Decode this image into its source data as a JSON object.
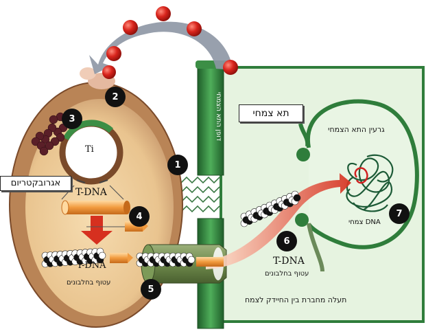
{
  "labels": {
    "agrobacterium": "אגרובקטריום",
    "plant_cell": "תא צמחי",
    "cell_wall": "דופן התא הצמחי",
    "nucleus": "גרעין התא הצמחי",
    "plant_dna": "DNA צמחי",
    "ti": "Ti",
    "tdna_top": "T-DNA",
    "tdna_bottom": "T-DNA",
    "wrapped_proteins_bottom": "עטוף בחלבונים",
    "tdna_right": "T-DNA",
    "wrapped_proteins_right": "עטוף בחלבונים",
    "channel": "תעלה מחברת בין החיידק לצמח"
  },
  "steps": [
    "1",
    "2",
    "3",
    "4",
    "5",
    "6",
    "7"
  ],
  "colors": {
    "bacterium_fill": "#c99a6e",
    "bacterium_rim": "#8a5a36",
    "bacterium_inner": "#f3d6a6",
    "plant_green": "#2f7d3b",
    "plant_light": "#dcefd6",
    "signal_red": "#cc1a1a",
    "arrow_gray": "#8d96a4",
    "tube_orange": "#f19a3e",
    "protein_dark": "#5a1f28"
  }
}
